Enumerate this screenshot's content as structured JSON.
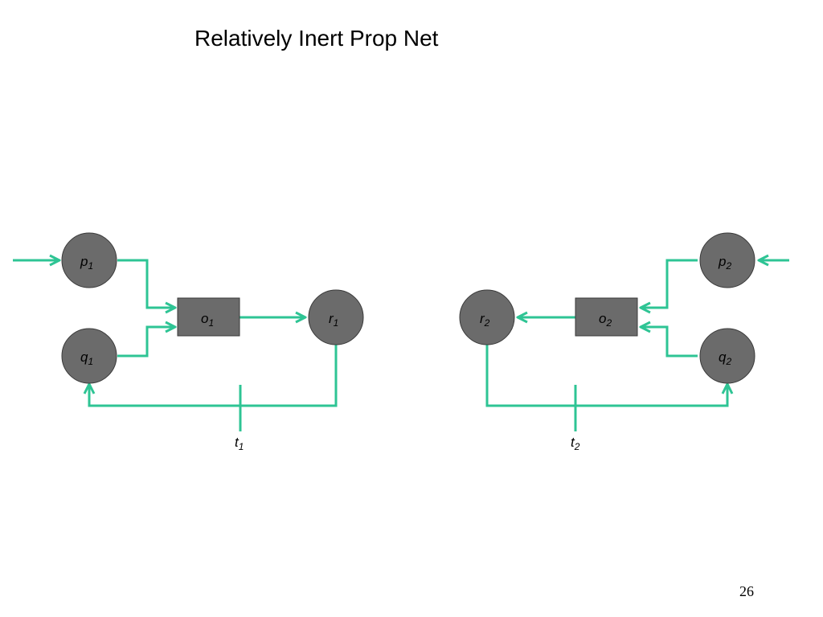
{
  "slide": {
    "title": "Relatively Inert Prop Net",
    "page_number": "26"
  },
  "colors": {
    "edge": "#2ec494",
    "node_fill": "#6b6b6b",
    "node_stroke": "#3a3a3a"
  },
  "nodes": {
    "p1": {
      "base": "p",
      "sub": "1"
    },
    "q1": {
      "base": "q",
      "sub": "1"
    },
    "o1": {
      "base": "o",
      "sub": "1"
    },
    "r1": {
      "base": "r",
      "sub": "1"
    },
    "t1": {
      "base": "t",
      "sub": "1"
    },
    "p2": {
      "base": "p",
      "sub": "2"
    },
    "q2": {
      "base": "q",
      "sub": "2"
    },
    "o2": {
      "base": "o",
      "sub": "2"
    },
    "r2": {
      "base": "r",
      "sub": "2"
    },
    "t2": {
      "base": "t",
      "sub": "2"
    }
  }
}
